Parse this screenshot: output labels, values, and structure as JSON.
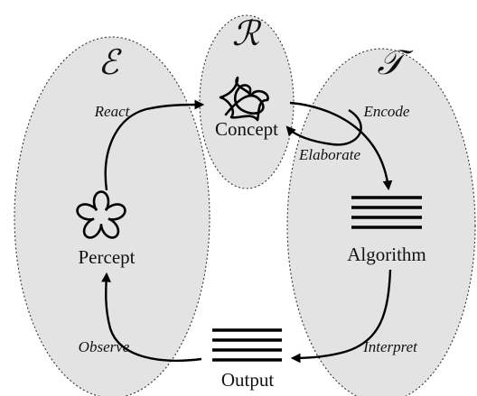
{
  "regions": {
    "environment": {
      "symbol": "ℰ"
    },
    "representation": {
      "symbol": "ℛ"
    },
    "translation": {
      "symbol": "𝒯"
    }
  },
  "nodes": {
    "concept": "Concept",
    "percept": "Percept",
    "algorithm": "Algorithm",
    "output": "Output"
  },
  "edges": {
    "react": "React",
    "encode": "Encode",
    "elaborate": "Elaborate",
    "observe": "Observe",
    "interpret": "Interpret"
  },
  "icons": {
    "concept": "tangled-knot-icon",
    "percept": "five-lobed-star-icon",
    "algorithm": "stacked-lines-icon",
    "output": "stacked-lines-icon"
  },
  "colors": {
    "region_fill": "#e3e3e3",
    "stroke": "#000000"
  }
}
